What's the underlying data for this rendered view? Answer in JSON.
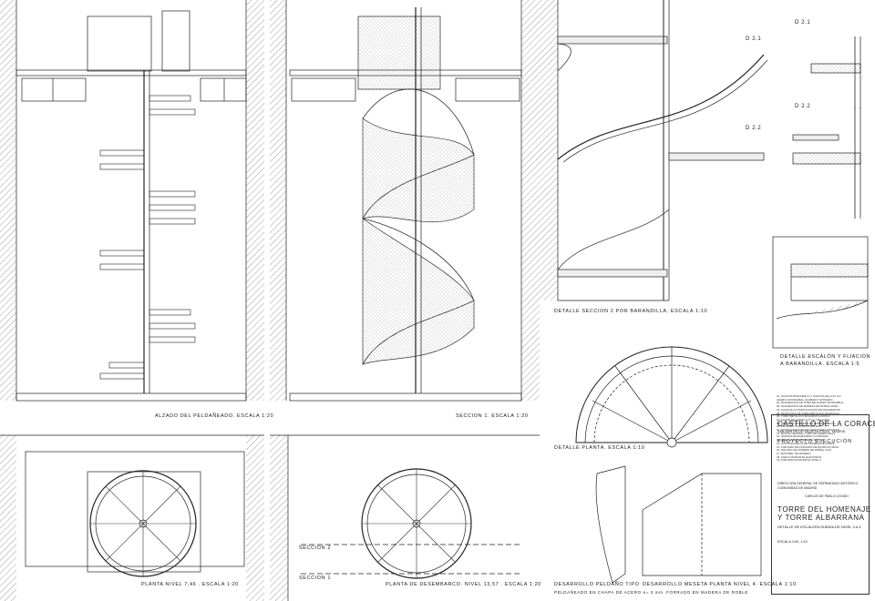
{
  "captions": {
    "alzado": "ALZADO DEL PELDAÑEADO. ESCALA 1:20",
    "seccion1": "SECCION 1. ESCALA 1:20",
    "detalle_seccion2": "DETALLE SECCION 2 POR BARANDILLA. ESCALA 1:10",
    "detalle_escalon": "DETALLE ESCALÓN Y FIJACIÓN\nA BARANDILLA. ESCALA 1:5",
    "detalle_planta": "DETALLE PLANTA. ESCALA 1:10",
    "planta_nivel": "PLANTA NIVEL 7,46 . ESCALA 1:20",
    "planta_desembarco": "PLANTA DE DESEMBARCO. NIVEL 13,57 . ESCALA 1:20",
    "desarrollo_peldano": "DESARROLLO PELDAÑO TIPO",
    "desarrollo_peldano_sub": "PELDAÑEADO EN CHAPA DE ACERO  e= 3 mm. FORRADO EN MADERA DE ROBLE",
    "desarrollo_meseta": "DESARROLLO MESETA PLANTA NIVEL 4. ESCALA 1:10",
    "seccion2_tag": "SECCION 2",
    "seccion1_tag": "SECCION 1",
    "d21": "D 2.1",
    "d22": "D 2.2"
  },
  "title_block": {
    "project": "CASTILLO DE LA CORACERA",
    "location": "SAN MARTÍN DE VALDEIGLESIAS · MADRID",
    "phase": "PROYECTO EJECUCIÓN",
    "client1": "DIRECCIÓN GENERAL DE PATRIMONIO HISTÓRICO",
    "client2": "COMUNIDAD DE MADRID",
    "architect": "CARLOS DE PABLO LEGIDO",
    "building1": "TORRE DEL HOMENAJE",
    "building2": "Y TORRE ALBARRANA",
    "sheet": "DETALLE DE ESCALERA SUBIDA DE NIVEL 3 A 4",
    "scale": "ESCALA 1/20, 1:10"
  },
  "legend": [
    "01. PLETINA BARANDILLA Y ZANCAS DE e=10 mm",
    "ACERO INOXIDABLE, ACABADO SATINADO",
    "02. PASAMANOS DE TUBO DE ACERO INOXIDABLE",
    "03. PASAMANOS DE MADERA DE ROBLE 40x60",
    "04. CASQUILLO PARA FIJACIÓN DE PASAMANOS",
    "05. MONTANTE DE TUBO METÁLICO 40x40x3mm",
    "06. TUBO METÁLICO SOLDADO A ZANCA",
    "07. CHAPA DE ACERO e=3 mm PELDAÑO",
    "08. PELDAÑO FORRADO DE ROBLE e=20mm",
    "09. SOLDADO A MÁSTIL CENTRAL",
    "10. ESTRUCTURA DE PELDAÑO PARA FIJACIÓN",
    "11. MÁSTIL CENTRAL TUBO DE ACERO Ø114",
    "12. PLETINA DE BARANDILLA CURVADA",
    "13. HUELLA DE MADERA DE ROBLE",
    "14. CONTRAHUELLA DE MADERA DE ROBLE",
    "15. FORJADO DE FORJADO DE ESTRUCTURAS",
    "16. SOLADO DE MADERA DE ROBLE e=20",
    "17. RASTREL DE MADERA",
    "18. SUELO RADIANTE ELÉCTRICO",
    "19. FORJADO EXISTENTE NIVEL 3"
  ]
}
